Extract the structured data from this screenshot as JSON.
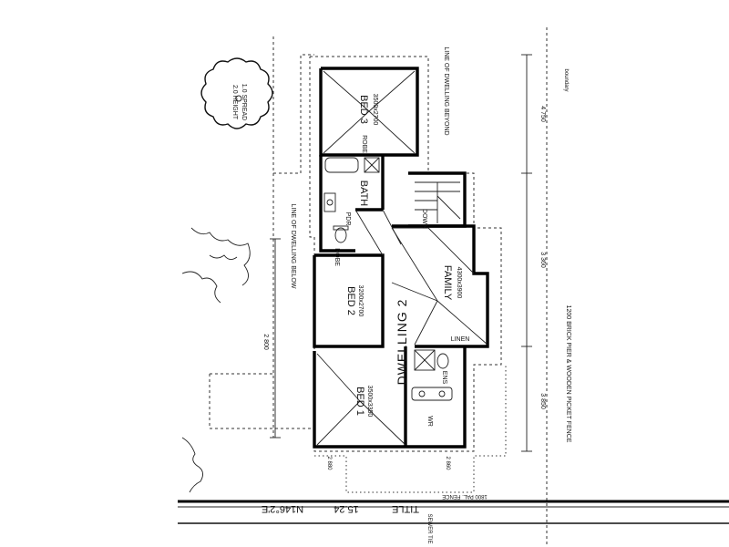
{
  "rooms": {
    "bed3": {
      "name": "BED 3",
      "size": "3500x2700"
    },
    "bed2": {
      "name": "BED 2",
      "size": "3200x2700"
    },
    "bed1": {
      "name": "BED 1",
      "size": "3500x3350"
    },
    "family": {
      "name": "FAMILY",
      "size": "4300x3900"
    },
    "bath": "BATH",
    "pdr": "PDR",
    "robe_top": "ROBE",
    "robe_mid": "ROBE",
    "ens": "ENS",
    "wr": "WR",
    "linen": "LINEN",
    "down": "DOWN"
  },
  "dwelling_label": "DWELLING 2",
  "tree_label_1": "2.0 HEIGHT",
  "tree_label_2": "1.0 SPREAD",
  "notes": {
    "line_dwelling_below": "LINE OF DWELLING BELOW",
    "line_dwelling_beyond": "LINE OF DWELLING BEYOND",
    "side_fence": "1200 BRICK PIER & WOODEN PICKET FENCE",
    "front_fence": "1800 PAL. FENCE",
    "title": "TITLE",
    "frontage": "15.24",
    "bearing": "N146°2'E",
    "sewer_tie": "SEWER TIE",
    "boundary_note": "boundary"
  },
  "dimensions": {
    "right_1": "4 750",
    "right_2": "3 360",
    "right_3": "3 850",
    "left_1": "2 800",
    "left_bottom": "2 880",
    "mid_bottom": "2 860"
  }
}
